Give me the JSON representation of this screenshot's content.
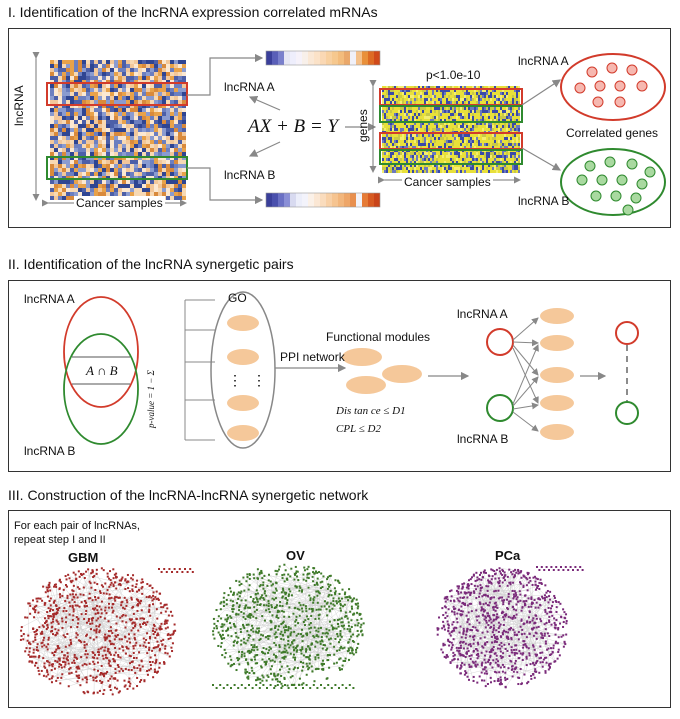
{
  "section1": {
    "title": "I. Identification of the lncRNA expression correlated mRNAs",
    "heatmap_ylabel": "lncRNA",
    "heatmap_xlabel": "Cancer samples",
    "lncrna_a": "lncRNA A",
    "lncrna_b": "lncRNA B",
    "equation": "AX + B = Y",
    "pvalue": "p<1.0e-10",
    "genes_label": "genes",
    "cancer_samples": "Cancer samples",
    "right_lncrna_a": "lncRNA A",
    "right_lncrna_b": "lncRNA B",
    "correlated_genes": "Correlated genes"
  },
  "section2": {
    "title": "II. Identification of the lncRNA synergetic pairs",
    "lncrna_a": "lncRNA A",
    "lncrna_b": "lncRNA B",
    "intersection": "A ∩ B",
    "go": "GO",
    "ppi": "PPI network",
    "functional_modules": "Functional modules",
    "distance": "Dis tan ce ≤ D1",
    "cpl": "CPL ≤ D2",
    "pvalue_formula": "p-value = 1 − Σ",
    "right_lncrna_a": "lncRNA A",
    "right_lncrna_b": "lncRNA B"
  },
  "section3": {
    "title": "III. Construction of the lncRNA-lncRNA synergetic network",
    "note_line1": "For each pair of lncRNAs,",
    "note_line2": "repeat step I and II",
    "networks": [
      {
        "name": "GBM",
        "color": "#a52a2a"
      },
      {
        "name": "OV",
        "color": "#3f7a2a"
      },
      {
        "name": "PCa",
        "color": "#7a2a7a"
      }
    ]
  },
  "colors": {
    "red": "#d23b2b",
    "green": "#2f8a2f",
    "orange_ellipse": "#f5c89a",
    "gray": "#888888"
  }
}
